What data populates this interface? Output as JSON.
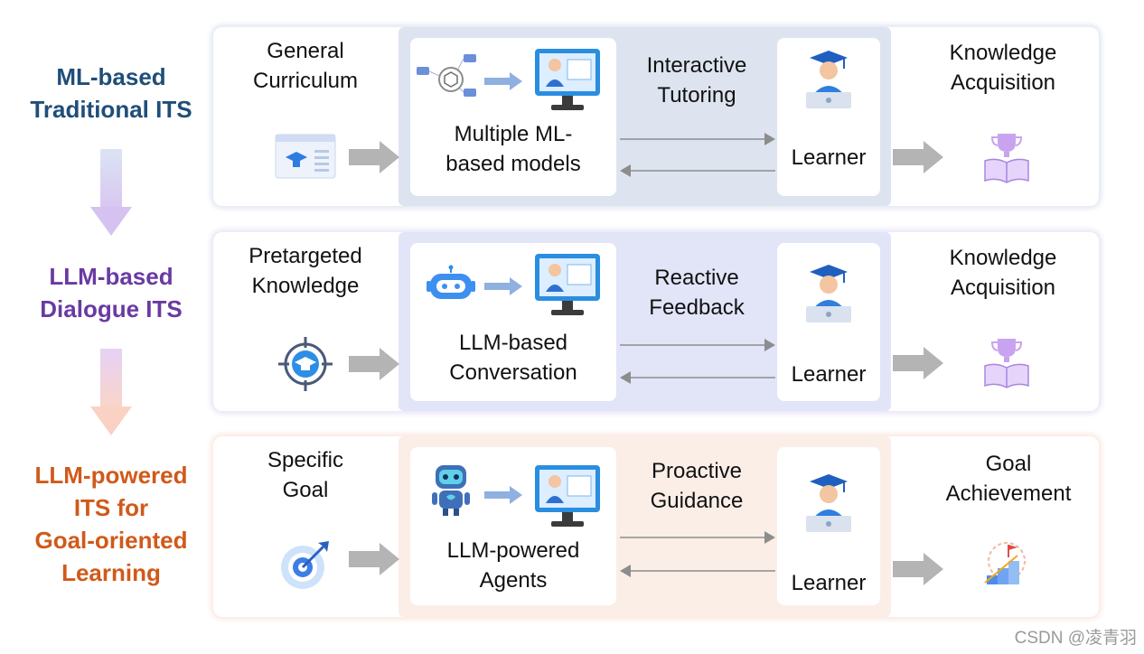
{
  "colors": {
    "row1_label": "#1f4e79",
    "row2_label": "#6a3aa3",
    "row3_label": "#d05a1a",
    "row1_panel": "#dde4f0",
    "row2_panel": "#e2e4f8",
    "row3_panel": "#fbeee7"
  },
  "rows": [
    {
      "label_lines": [
        "ML-based",
        "Traditional ITS"
      ],
      "input_lines": [
        "General",
        "Curriculum"
      ],
      "system_lines": [
        "Multiple ML-",
        "based models"
      ],
      "interaction_lines": [
        "Interactive",
        "Tutoring"
      ],
      "learner": "Learner",
      "outcome_lines": [
        "Knowledge",
        "Acquisition"
      ]
    },
    {
      "label_lines": [
        "LLM-based",
        "Dialogue ITS"
      ],
      "input_lines": [
        "Pretargeted",
        "Knowledge"
      ],
      "system_lines": [
        "LLM-based",
        "Conversation"
      ],
      "interaction_lines": [
        "Reactive",
        "Feedback"
      ],
      "learner": "Learner",
      "outcome_lines": [
        "Knowledge",
        "Acquisition"
      ]
    },
    {
      "label_lines": [
        "LLM-powered",
        "ITS for",
        "Goal-oriented",
        "Learning"
      ],
      "input_lines": [
        "Specific",
        "Goal"
      ],
      "system_lines": [
        "LLM-powered",
        "Agents"
      ],
      "interaction_lines": [
        "Proactive",
        "Guidance"
      ],
      "learner": "Learner",
      "outcome_lines": [
        "Goal",
        "Achievement"
      ]
    }
  ],
  "watermark": "CSDN @凌青羽"
}
